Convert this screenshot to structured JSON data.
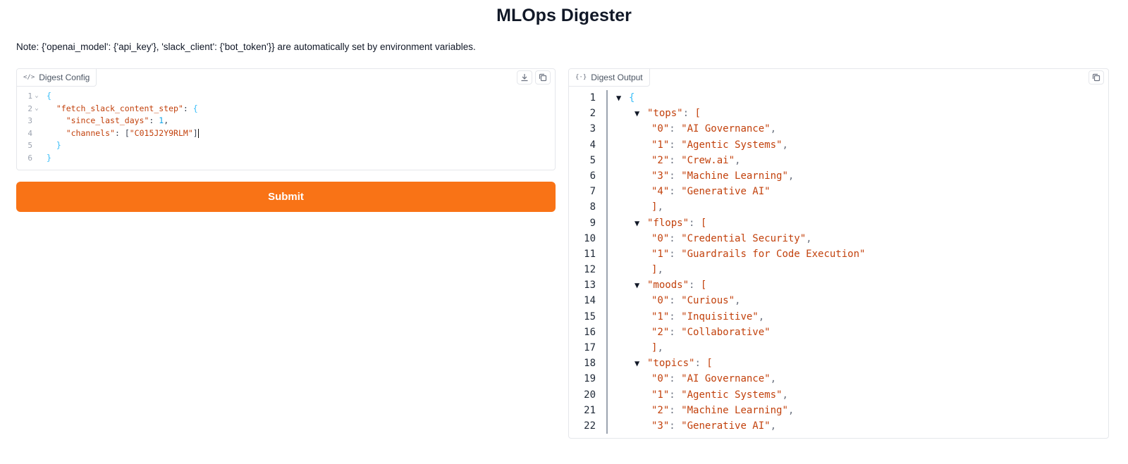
{
  "page": {
    "title": "MLOps Digester",
    "note": "Note: {'openai_model': {'api_key'}, 'slack_client': {'bot_token'}} are automatically set by environment variables."
  },
  "config_panel": {
    "label": "Digest Config",
    "label_icon": "code-icon",
    "tools": [
      "download-icon",
      "copy-icon"
    ],
    "lines": [
      {
        "num": "1",
        "fold": "⌄"
      },
      {
        "num": "2",
        "fold": "⌄",
        "key": "\"fetch_slack_content_step\"",
        "open": "{"
      },
      {
        "num": "3",
        "key": "\"since_last_days\"",
        "value": "1"
      },
      {
        "num": "4",
        "key": "\"channels\"",
        "value": "[\"C015J2Y9RLM\"]"
      },
      {
        "num": "5",
        "close": "}"
      },
      {
        "num": "6",
        "close": "}"
      }
    ]
  },
  "submit": {
    "label": "Submit"
  },
  "output_panel": {
    "label": "Digest Output",
    "label_icon": "braces-icon",
    "tools": [
      "copy-icon"
    ],
    "lines": [
      {
        "num": "1",
        "indent": 0,
        "tri": "▼",
        "text": "{",
        "kind": "brace"
      },
      {
        "num": "2",
        "indent": 1,
        "tri": "▼",
        "key": "\"tops\"",
        "open": "["
      },
      {
        "num": "3",
        "indent": 2,
        "key": "\"0\"",
        "value": "\"AI Governance\"",
        "comma": true
      },
      {
        "num": "4",
        "indent": 2,
        "key": "\"1\"",
        "value": "\"Agentic Systems\"",
        "comma": true
      },
      {
        "num": "5",
        "indent": 2,
        "key": "\"2\"",
        "value": "\"Crew.ai\"",
        "comma": true
      },
      {
        "num": "6",
        "indent": 2,
        "key": "\"3\"",
        "value": "\"Machine Learning\"",
        "comma": true
      },
      {
        "num": "7",
        "indent": 2,
        "key": "\"4\"",
        "value": "\"Generative AI\"",
        "comma": false
      },
      {
        "num": "8",
        "indent": 2,
        "close": "],"
      },
      {
        "num": "9",
        "indent": 1,
        "tri": "▼",
        "key": "\"flops\"",
        "open": "["
      },
      {
        "num": "10",
        "indent": 2,
        "key": "\"0\"",
        "value": "\"Credential Security\"",
        "comma": true
      },
      {
        "num": "11",
        "indent": 2,
        "key": "\"1\"",
        "value": "\"Guardrails for Code Execution\"",
        "comma": false
      },
      {
        "num": "12",
        "indent": 2,
        "close": "],"
      },
      {
        "num": "13",
        "indent": 1,
        "tri": "▼",
        "key": "\"moods\"",
        "open": "["
      },
      {
        "num": "14",
        "indent": 2,
        "key": "\"0\"",
        "value": "\"Curious\"",
        "comma": true
      },
      {
        "num": "15",
        "indent": 2,
        "key": "\"1\"",
        "value": "\"Inquisitive\"",
        "comma": true
      },
      {
        "num": "16",
        "indent": 2,
        "key": "\"2\"",
        "value": "\"Collaborative\"",
        "comma": false
      },
      {
        "num": "17",
        "indent": 2,
        "close": "],"
      },
      {
        "num": "18",
        "indent": 1,
        "tri": "▼",
        "key": "\"topics\"",
        "open": "["
      },
      {
        "num": "19",
        "indent": 2,
        "key": "\"0\"",
        "value": "\"AI Governance\"",
        "comma": true
      },
      {
        "num": "20",
        "indent": 2,
        "key": "\"1\"",
        "value": "\"Agentic Systems\"",
        "comma": true
      },
      {
        "num": "21",
        "indent": 2,
        "key": "\"2\"",
        "value": "\"Machine Learning\"",
        "comma": true
      },
      {
        "num": "22",
        "indent": 2,
        "key": "\"3\"",
        "value": "\"Generative AI\"",
        "comma": true
      }
    ]
  },
  "colors": {
    "accent": "#f97316",
    "json_string": "#c2410c",
    "json_brace": "#38bdf8"
  }
}
